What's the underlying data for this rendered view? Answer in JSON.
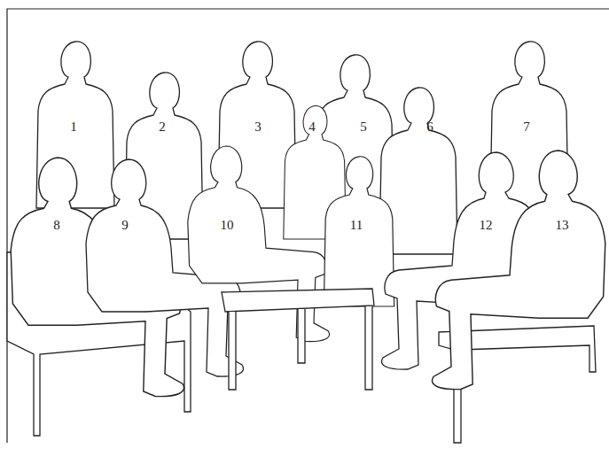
{
  "diagram": {
    "labels": [
      "1",
      "2",
      "3",
      "4",
      "5",
      "6",
      "7",
      "8",
      "9",
      "10",
      "11",
      "12",
      "13"
    ]
  }
}
